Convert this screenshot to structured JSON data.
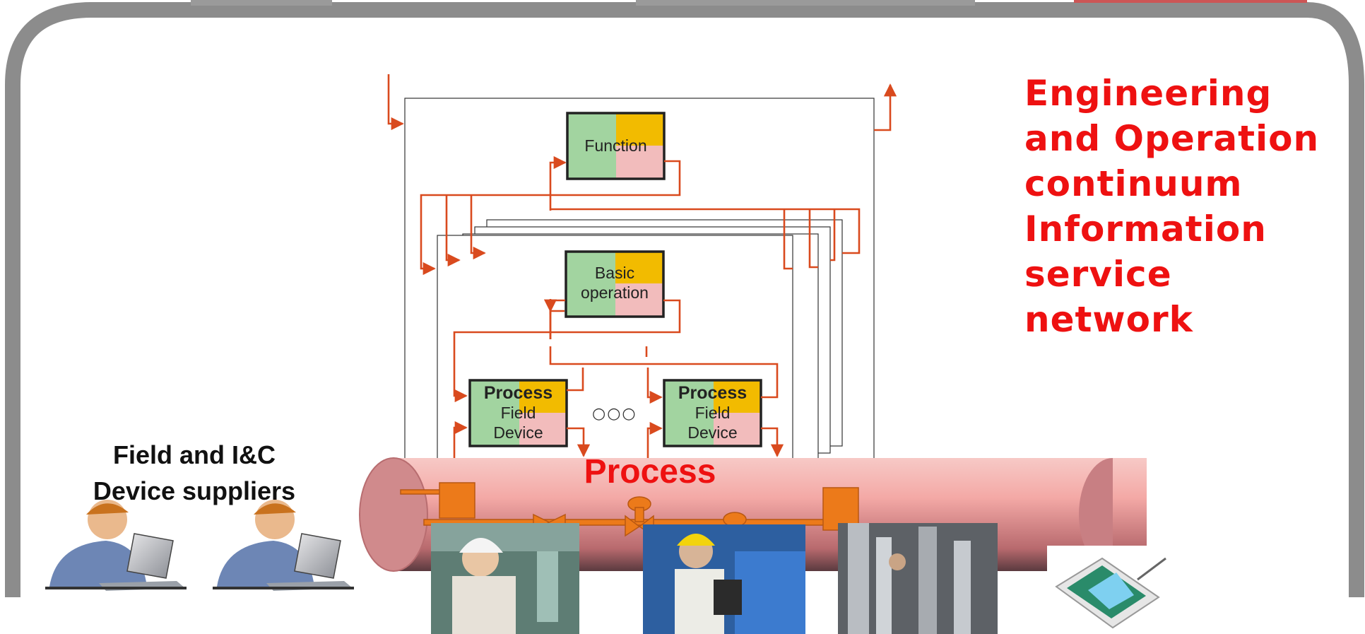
{
  "title_lines": [
    "Engineering",
    "and Operation",
    "continuum",
    "Information",
    "service",
    "network"
  ],
  "supplier_label": [
    "Field and I&C",
    "Device suppliers"
  ],
  "pipe_label": "Process",
  "function_box": "Function",
  "basic_operation_box": [
    "Basic",
    "operation"
  ],
  "process_device_box": {
    "line1": "Process",
    "line2": "Field",
    "line3": "Device"
  },
  "ellipsis": "○○○",
  "colors": {
    "arrow": "#d94a1e",
    "title_red": "#ee1111",
    "box_green": "#a2d4a0",
    "box_yellow": "#f2bb00",
    "box_pink": "#f2bcbc",
    "pipe": "#f3a8a6",
    "frame": "#8c8c8c"
  }
}
